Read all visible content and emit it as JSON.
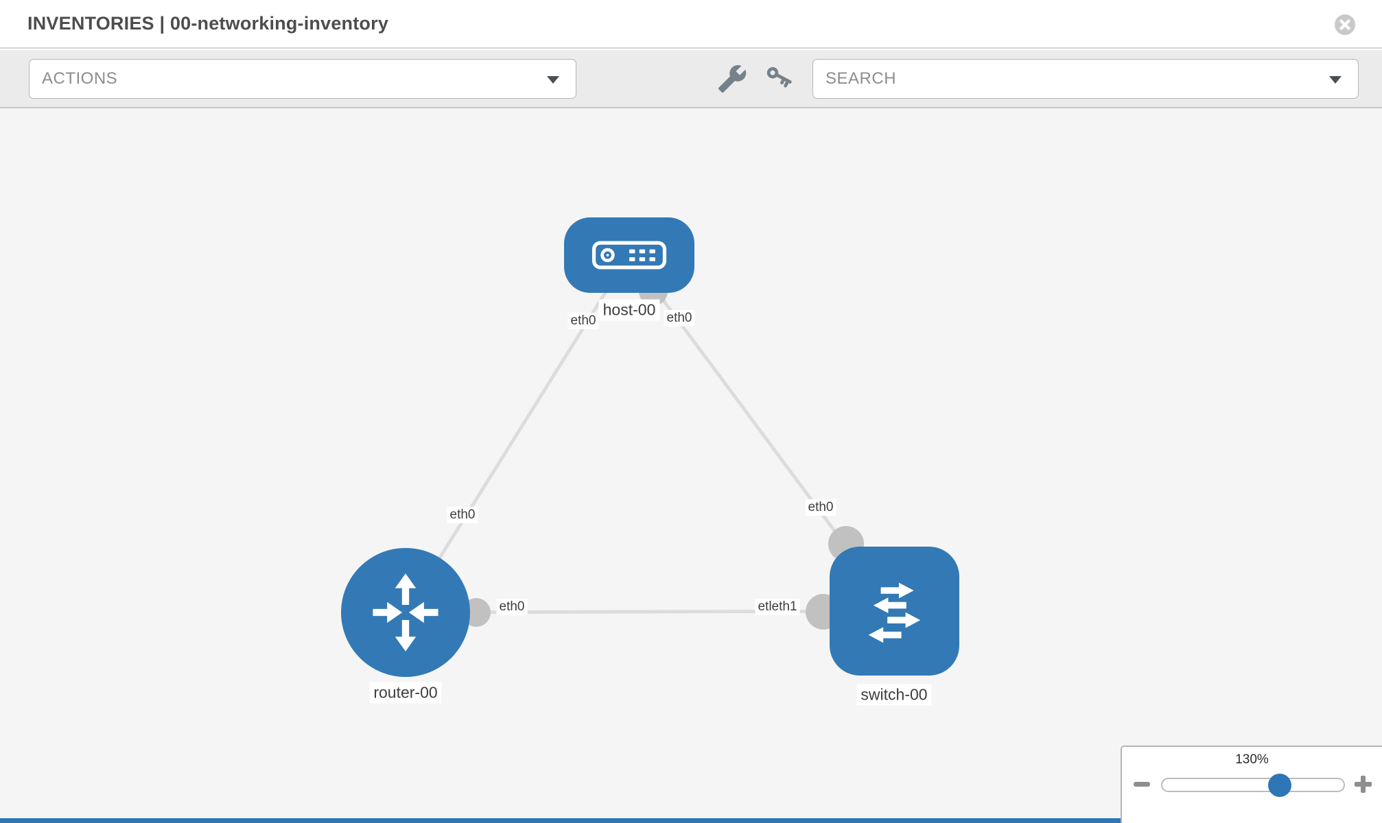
{
  "header": {
    "title": "INVENTORIES | 00-networking-inventory"
  },
  "toolbar": {
    "actions_label": "ACTIONS",
    "search_placeholder": "SEARCH",
    "icons": [
      "wrench-icon",
      "key-icon"
    ]
  },
  "topology": {
    "nodes": [
      {
        "id": "host-00",
        "type": "host"
      },
      {
        "id": "router-00",
        "type": "router"
      },
      {
        "id": "switch-00",
        "type": "switch"
      }
    ],
    "links": [
      {
        "from": "host-00",
        "to": "router-00",
        "from_label": "eth0",
        "to_label": "eth0"
      },
      {
        "from": "host-00",
        "to": "switch-00",
        "from_label": "eth0",
        "to_label": "eth0"
      },
      {
        "from": "router-00",
        "to": "switch-00",
        "from_label": "eth0",
        "to_label": "eth1",
        "to_label_visible": "etleth1"
      }
    ]
  },
  "zoom_control": {
    "level": "130%",
    "percent": 130
  },
  "colors": {
    "node_blue": "#3379b5",
    "accent_blue": "#2f76b6",
    "link_gray": "#dcdcdc",
    "stub_gray": "#c1c1c1",
    "canvas_bg": "#f5f5f5",
    "toolbar_bg": "#ebebeb",
    "icon_gray": "#75828c",
    "label_text": "#3d3d3d",
    "title_text": "#4d4d4d",
    "placeholder_gray": "#8d8d8d",
    "border_gray": "#b6b6b6",
    "close_gray": "#c9c9c9"
  }
}
